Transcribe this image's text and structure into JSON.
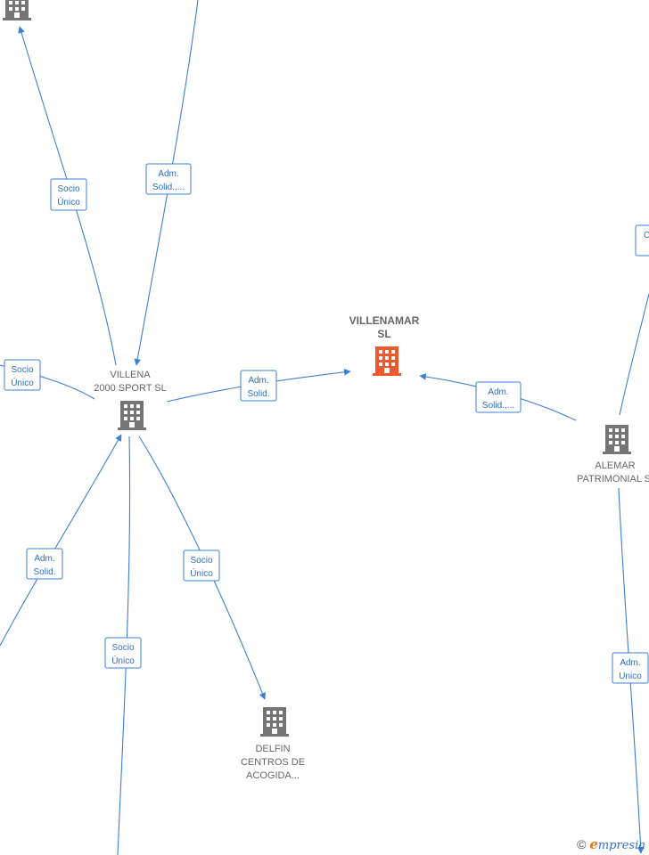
{
  "colors": {
    "edge": "#3d7fd3",
    "node": "#757575",
    "focus": "#f0582e"
  },
  "nodes": [
    {
      "id": "villenamar",
      "lines": [
        "VILLENAMAR",
        "SL"
      ],
      "focus": true,
      "icon": "building-icon"
    },
    {
      "id": "villena2000",
      "lines": [
        "VILLENA",
        "2000 SPORT  SL"
      ],
      "focus": false,
      "icon": "building-icon"
    },
    {
      "id": "alemar",
      "lines": [
        "ALEMAR",
        "PATRIMONIAL SL"
      ],
      "focus": false,
      "icon": "building-icon"
    },
    {
      "id": "delfin",
      "lines": [
        "DELFIN",
        "CENTROS DE",
        "ACOGIDA..."
      ],
      "focus": false,
      "icon": "building-icon"
    },
    {
      "id": "top-left",
      "lines": [],
      "focus": false,
      "icon": "building-icon"
    }
  ],
  "edge_labels": [
    {
      "id": "e1",
      "lines": [
        "Socio",
        "Único"
      ]
    },
    {
      "id": "e2",
      "lines": [
        "Adm.",
        "Solid.,..."
      ]
    },
    {
      "id": "e3",
      "lines": [
        "Socio",
        "Único"
      ]
    },
    {
      "id": "e4",
      "lines": [
        "Adm.",
        "Solid."
      ]
    },
    {
      "id": "e5",
      "lines": [
        "Adm.",
        "Solid.,..."
      ]
    },
    {
      "id": "e6",
      "lines": [
        "Adm.",
        "Solid."
      ]
    },
    {
      "id": "e7",
      "lines": [
        "Socio",
        "Único"
      ]
    },
    {
      "id": "e8",
      "lines": [
        "Socio",
        "Único"
      ]
    },
    {
      "id": "e9",
      "lines": [
        "Adm.",
        "Unico"
      ]
    },
    {
      "id": "e10",
      "lines": [
        "C"
      ]
    }
  ],
  "footer": {
    "copyright": "©",
    "brand_initial": "e",
    "brand_rest": "mpresia"
  }
}
